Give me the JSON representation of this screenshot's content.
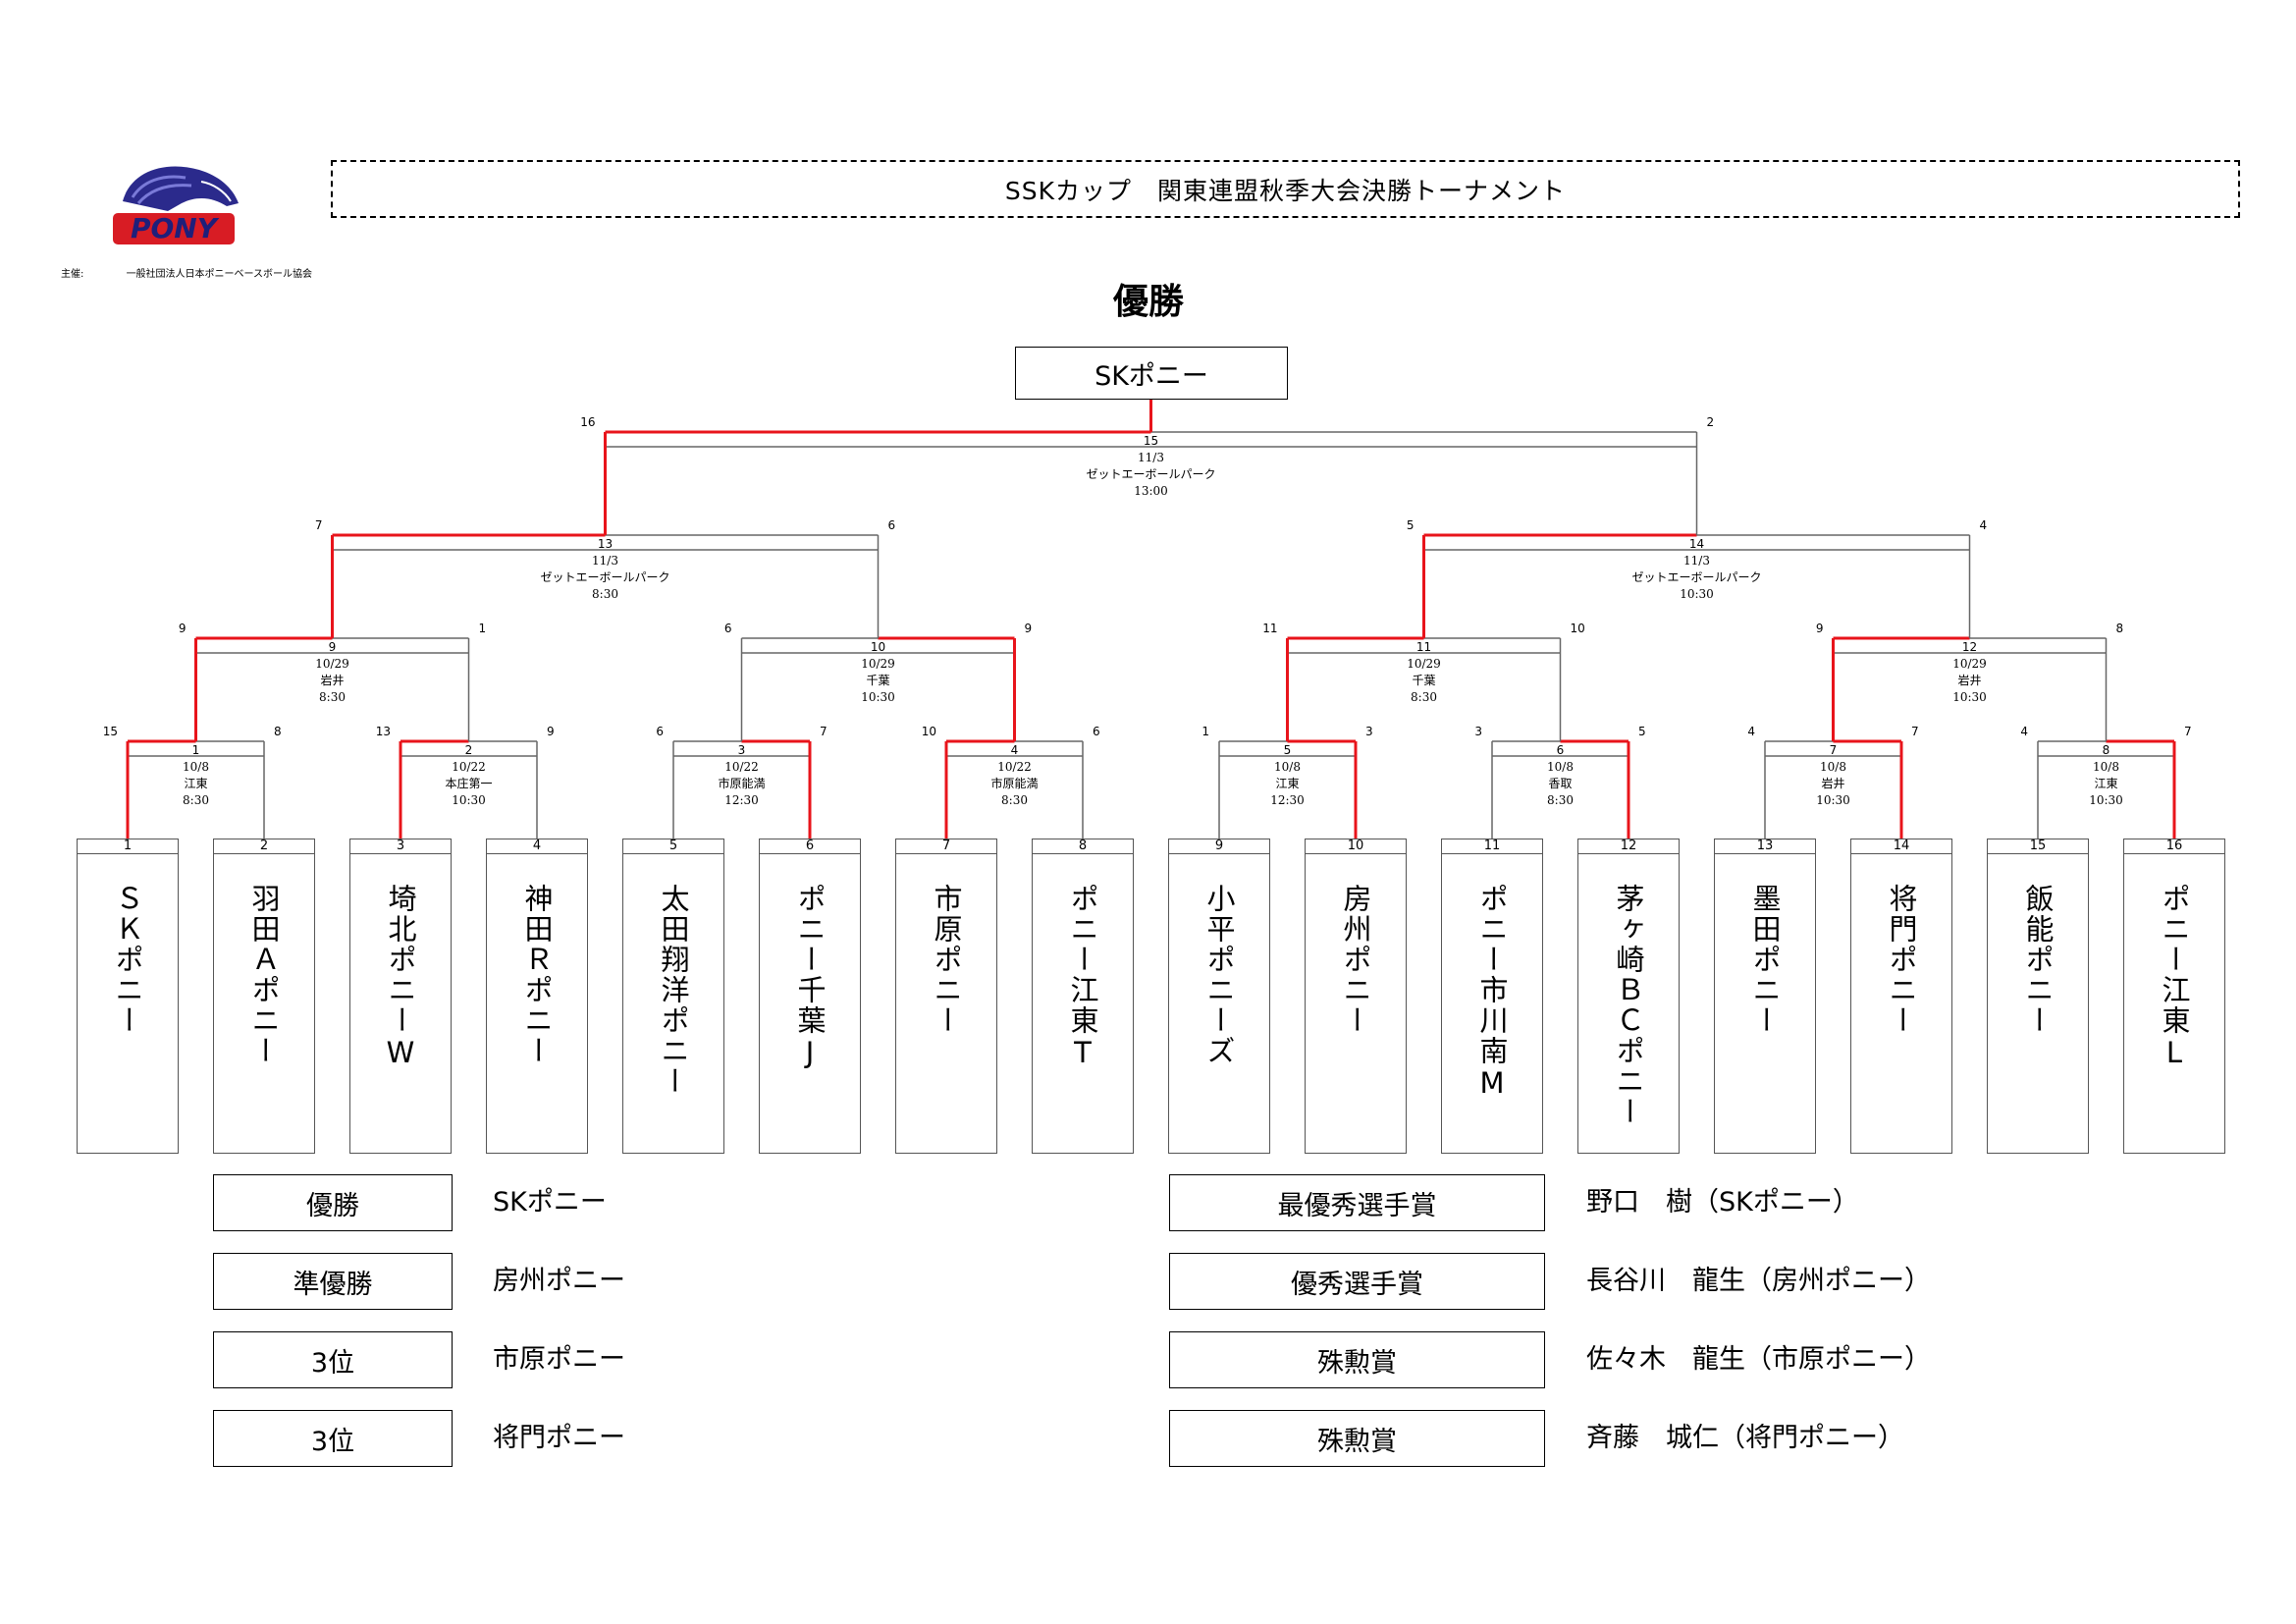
{
  "header": {
    "title": "SSKカップ　関東連盟秋季大会決勝トーナメント",
    "organizer_label": "主催:",
    "organizer_name": "一般社団法人日本ポニーベースボール協会",
    "logo_text": "PONY"
  },
  "champion": {
    "heading": "優勝",
    "team": "SKポニー"
  },
  "teams": [
    {
      "num": "1",
      "name": "ＳＫポニー"
    },
    {
      "num": "2",
      "name": "羽田Ａポニー"
    },
    {
      "num": "3",
      "name": "埼北ポニーW"
    },
    {
      "num": "4",
      "name": "神田Ｒポニー"
    },
    {
      "num": "5",
      "name": "太田翔洋ポニー"
    },
    {
      "num": "6",
      "name": "ポニー千葉J"
    },
    {
      "num": "7",
      "name": "市原ポニー"
    },
    {
      "num": "8",
      "name": "ポニー江東T"
    },
    {
      "num": "9",
      "name": "小平ポニーズ"
    },
    {
      "num": "10",
      "name": "房州ポニー"
    },
    {
      "num": "11",
      "name": "ポニー市川南M"
    },
    {
      "num": "12",
      "name": "茅ヶ崎ＢＣポニー"
    },
    {
      "num": "13",
      "name": "墨田ポニー"
    },
    {
      "num": "14",
      "name": "将門ポニー"
    },
    {
      "num": "15",
      "name": "飯能ポニー"
    },
    {
      "num": "16",
      "name": "ポニー江東L"
    }
  ],
  "matches": [
    {
      "id": "m1",
      "no": "1",
      "date": "10/8",
      "venue": "江東",
      "time": "8:30",
      "score_left": "15",
      "score_right": "8",
      "winner": "left"
    },
    {
      "id": "m2",
      "no": "2",
      "date": "10/22",
      "venue": "本庄第一",
      "time": "10:30",
      "score_left": "13",
      "score_right": "9",
      "winner": "left"
    },
    {
      "id": "m3",
      "no": "3",
      "date": "10/22",
      "venue": "市原能満",
      "time": "12:30",
      "score_left": "6",
      "score_right": "7",
      "winner": "right"
    },
    {
      "id": "m4",
      "no": "4",
      "date": "10/22",
      "venue": "市原能満",
      "time": "8:30",
      "score_left": "10",
      "score_right": "6",
      "winner": "left"
    },
    {
      "id": "m5",
      "no": "5",
      "date": "10/8",
      "venue": "江東",
      "time": "12:30",
      "score_left": "1",
      "score_right": "3",
      "winner": "right"
    },
    {
      "id": "m6",
      "no": "6",
      "date": "10/8",
      "venue": "香取",
      "time": "8:30",
      "score_left": "3",
      "score_right": "5",
      "winner": "right"
    },
    {
      "id": "m7",
      "no": "7",
      "date": "10/8",
      "venue": "岩井",
      "time": "10:30",
      "score_left": "4",
      "score_right": "7",
      "winner": "right"
    },
    {
      "id": "m8",
      "no": "8",
      "date": "10/8",
      "venue": "江東",
      "time": "10:30",
      "score_left": "4",
      "score_right": "7",
      "winner": "right"
    },
    {
      "id": "m9",
      "no": "9",
      "date": "10/29",
      "venue": "岩井",
      "time": "8:30",
      "score_left": "9",
      "score_right": "1",
      "winner": "left"
    },
    {
      "id": "m10",
      "no": "10",
      "date": "10/29",
      "venue": "千葉",
      "time": "10:30",
      "score_left": "6",
      "score_right": "9",
      "winner": "right"
    },
    {
      "id": "m11",
      "no": "11",
      "date": "10/29",
      "venue": "千葉",
      "time": "8:30",
      "score_left": "11",
      "score_right": "10",
      "winner": "left"
    },
    {
      "id": "m12",
      "no": "12",
      "date": "10/29",
      "venue": "岩井",
      "time": "10:30",
      "score_left": "9",
      "score_right": "8",
      "winner": "left"
    },
    {
      "id": "m13",
      "no": "13",
      "date": "11/3",
      "venue": "ゼットエーボールパーク",
      "time": "8:30",
      "score_left": "7",
      "score_right": "6",
      "winner": "left"
    },
    {
      "id": "m14",
      "no": "14",
      "date": "11/3",
      "venue": "ゼットエーボールパーク",
      "time": "10:30",
      "score_left": "5",
      "score_right": "4",
      "winner": "left"
    },
    {
      "id": "m15",
      "no": "15",
      "date": "11/3",
      "venue": "ゼットエーボールパーク",
      "time": "13:00",
      "score_left": "16",
      "score_right": "2",
      "winner": "left"
    }
  ],
  "results": [
    {
      "label": "優勝",
      "team": "SKポニー"
    },
    {
      "label": "準優勝",
      "team": "房州ポニー"
    },
    {
      "label": "3位",
      "team": "市原ポニー"
    },
    {
      "label": "3位",
      "team": "将門ポニー"
    }
  ],
  "awards": [
    {
      "label": "最優秀選手賞",
      "winner": "野口　樹（SKポニー）"
    },
    {
      "label": "優秀選手賞",
      "winner": "長谷川　龍生（房州ポニー）"
    },
    {
      "label": "殊勲賞",
      "winner": "佐々木　龍生（市原ポニー）"
    },
    {
      "label": "殊勲賞",
      "winner": "斉藤　城仁（将門ポニー）"
    }
  ],
  "colors": {
    "winner_line": "#e8141b",
    "line": "#666666"
  }
}
